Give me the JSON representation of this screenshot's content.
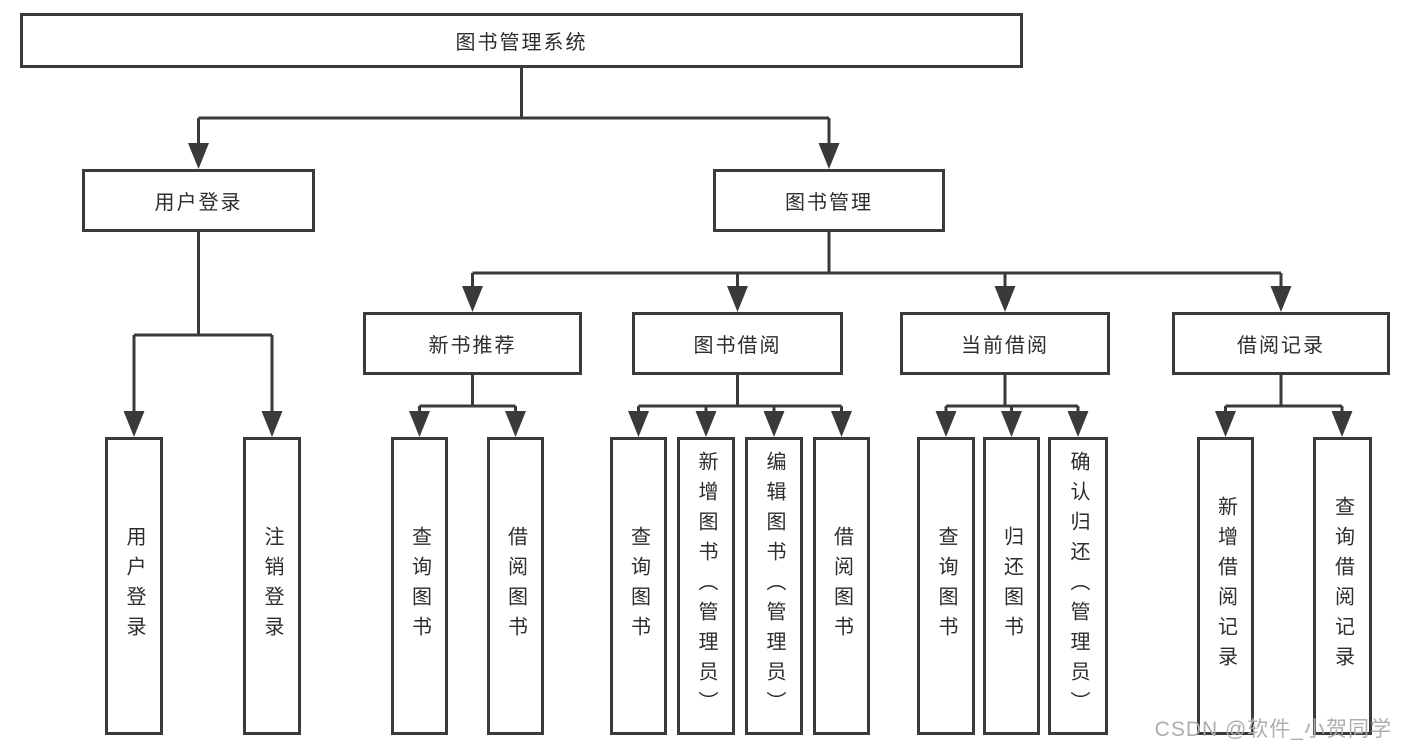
{
  "diagram": {
    "type": "hierarchy-tree",
    "root": {
      "label": "图书管理系统",
      "children": [
        {
          "label": "用户登录",
          "children": [
            {
              "label": "用户登录"
            },
            {
              "label": "注销登录"
            }
          ]
        },
        {
          "label": "图书管理",
          "children": [
            {
              "label": "新书推荐",
              "children": [
                {
                  "label": "查询图书"
                },
                {
                  "label": "借阅图书"
                }
              ]
            },
            {
              "label": "图书借阅",
              "children": [
                {
                  "label": "查询图书"
                },
                {
                  "label": "新增图书（管理员）"
                },
                {
                  "label": "编辑图书（管理员）"
                },
                {
                  "label": "借阅图书"
                }
              ]
            },
            {
              "label": "当前借阅",
              "children": [
                {
                  "label": "查询图书"
                },
                {
                  "label": "归还图书"
                },
                {
                  "label": "确认归还（管理员）"
                }
              ]
            },
            {
              "label": "借阅记录",
              "children": [
                {
                  "label": "新增借阅记录"
                },
                {
                  "label": "查询借阅记录"
                }
              ]
            }
          ]
        }
      ]
    }
  },
  "watermark": {
    "text": "CSDN @软件_小贺同学"
  },
  "colors": {
    "line": "#3a3a3a",
    "box_border": "#3a3a3a",
    "text": "#2d2d2d",
    "watermark": "#aeaeae",
    "background": "#ffffff"
  }
}
